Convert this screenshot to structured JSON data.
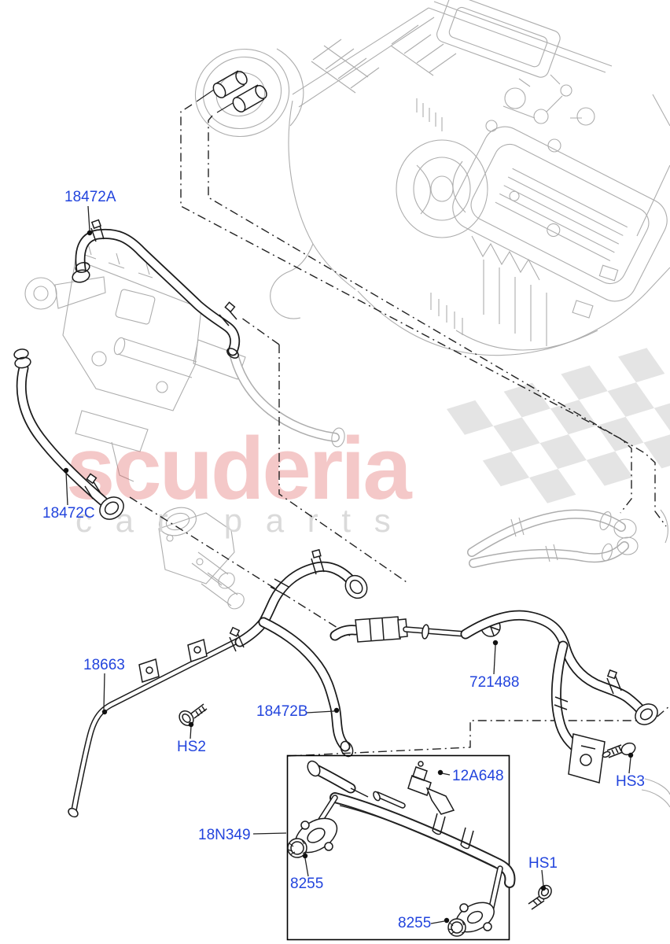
{
  "diagram": {
    "type": "exploded-parts-diagram",
    "label_color": "#2244DD",
    "labels": [
      {
        "id": "18472A",
        "text": "18472A"
      },
      {
        "id": "18472C",
        "text": "18472C"
      },
      {
        "id": "18663",
        "text": "18663"
      },
      {
        "id": "HS2",
        "text": "HS2"
      },
      {
        "id": "18472B",
        "text": "18472B"
      },
      {
        "id": "721488",
        "text": "721488"
      },
      {
        "id": "HS3",
        "text": "HS3"
      },
      {
        "id": "12A648",
        "text": "12A648"
      },
      {
        "id": "8255-left",
        "text": "8255"
      },
      {
        "id": "8255-bottom",
        "text": "8255"
      },
      {
        "id": "18N349",
        "text": "18N349"
      },
      {
        "id": "HS1",
        "text": "HS1"
      }
    ],
    "watermark": {
      "brand": "scuderia",
      "brand_color": "#E06060",
      "tagline": "c a r   p a r t s",
      "tagline_color": "#D7D7D7"
    },
    "line_colors": {
      "part_lines": "#1B1B1B",
      "ghost_lines": "#ADADAD"
    }
  }
}
